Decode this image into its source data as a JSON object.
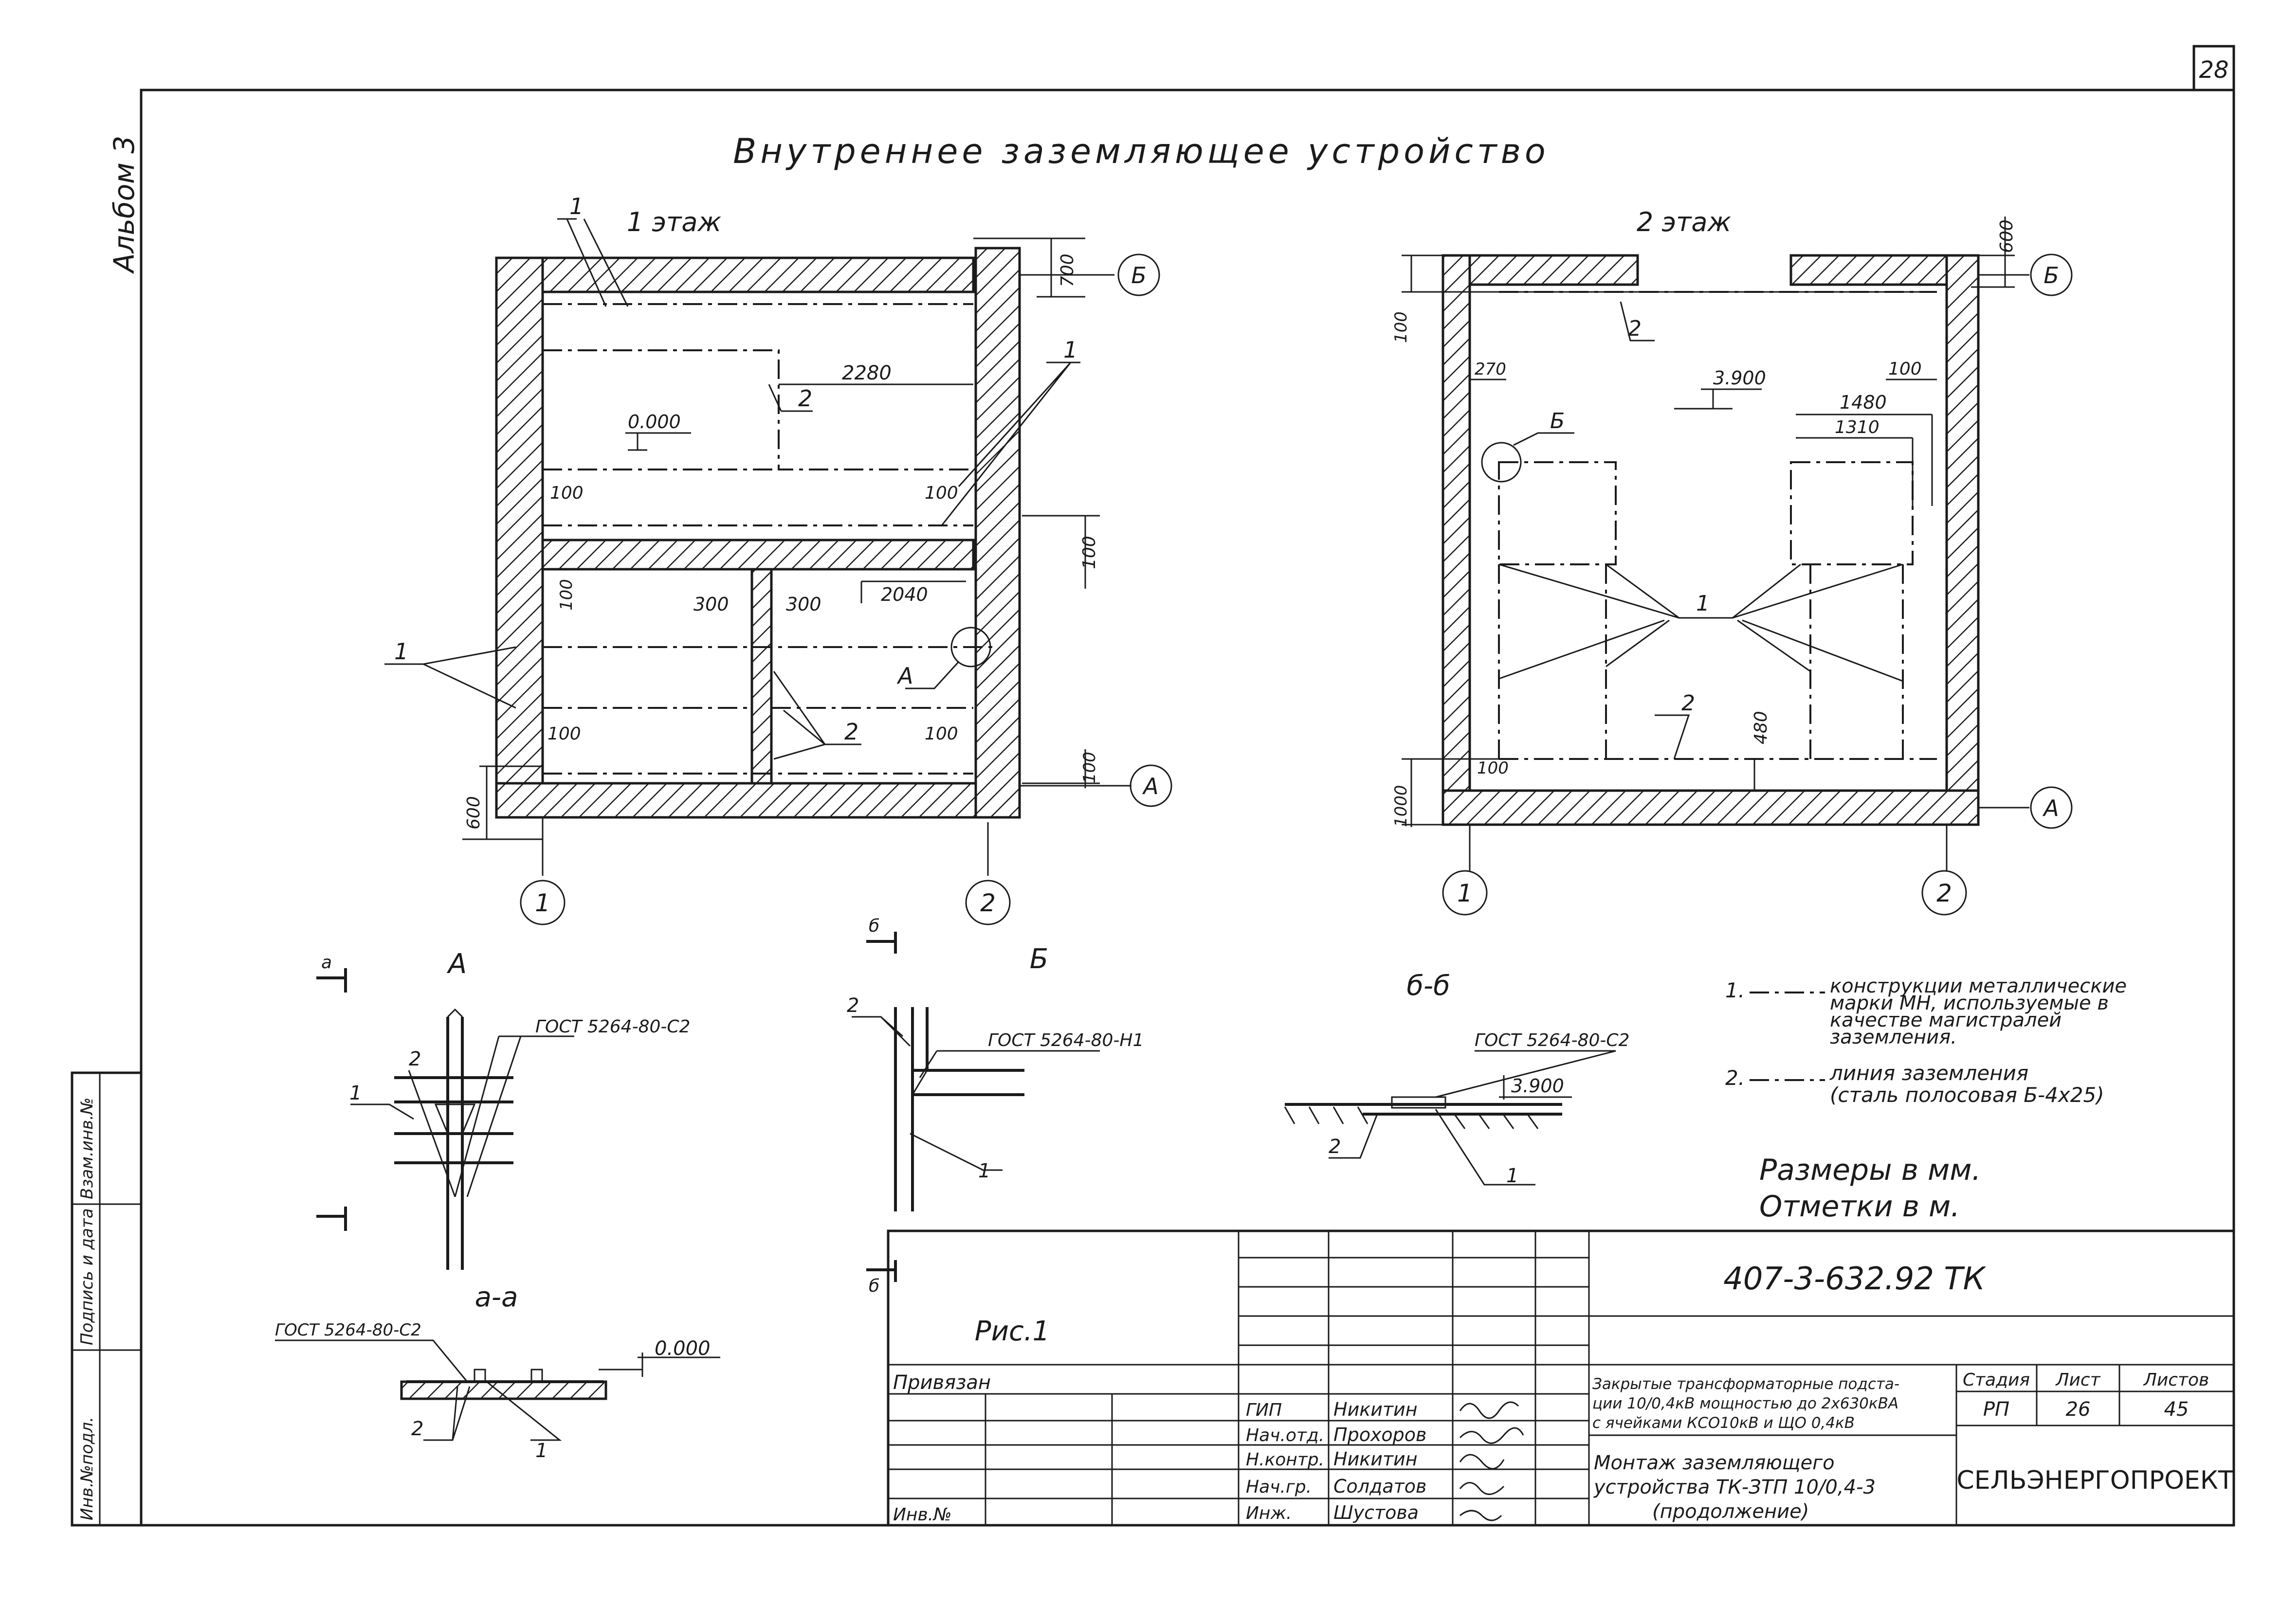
{
  "sheet_number": "28",
  "album": "Альбом 3",
  "title": "Внутреннее заземляющее устройство",
  "plan1": {
    "caption": "1 этаж",
    "elevation": "0.000",
    "dims": {
      "d700": "700",
      "d2280": "2280",
      "d100_a": "100",
      "d100_b": "100",
      "d100_c": "100",
      "d100_d": "100",
      "d100_e": "100",
      "d100_f": "100",
      "d100_g": "100",
      "d300_a": "300",
      "d300_b": "300",
      "d2040": "2040",
      "d600": "600"
    },
    "callouts": {
      "c1": "1",
      "c2": "2",
      "cA": "А"
    },
    "axes": {
      "ax1": "1",
      "ax2": "2",
      "axA": "А",
      "axB": "Б"
    }
  },
  "plan2": {
    "caption": "2 этаж",
    "elevation": "3.900",
    "dims": {
      "d600": "600",
      "d100_a": "100",
      "d270": "270",
      "d100_b": "100",
      "d1480": "1480",
      "d1310": "1310",
      "d480": "480",
      "d100_c": "100",
      "d1000": "1000"
    },
    "callouts": {
      "c1": "1",
      "c2a": "2",
      "c2b": "2",
      "cB": "Б"
    },
    "axes": {
      "ax1": "1",
      "ax2": "2",
      "axA": "А",
      "axB": "Б"
    }
  },
  "detailA": {
    "label": "А",
    "gost": "ГОСТ 5264-80-С2",
    "c1": "1",
    "c2": "2",
    "cut": "а"
  },
  "sectionAA": {
    "label": "а-а",
    "gost": "ГОСТ 5264-80-С2",
    "elev": "0.000",
    "c1": "1",
    "c2": "2"
  },
  "detailB": {
    "label": "Б",
    "gost": "ГОСТ 5264-80-Н1",
    "c1": "1",
    "c2": "2",
    "cut": "б"
  },
  "sectionBB": {
    "label": "б-б",
    "gost": "ГОСТ 5264-80-С2",
    "elev": "3.900",
    "c1": "1",
    "c2": "2"
  },
  "legend": {
    "item1_num": "1.",
    "item1_l1": "конструкции металлические",
    "item1_l2": "марки МН, используемые в",
    "item1_l3": "качестве магистралей",
    "item1_l4": "заземления.",
    "item2_num": "2.",
    "item2_l1": "линия заземления",
    "item2_l2": "(сталь полосовая Б-4x25)",
    "note1": "Размеры в мм.",
    "note2": "Отметки в м."
  },
  "fig_caption": "Рис.1",
  "stamp": {
    "code": "407-3-632.92 ТК",
    "privyazan": "Привязан",
    "inv": "Инв.№",
    "roles": [
      "ГИП",
      "Нач.отд.",
      "Н.контр.",
      "Нач.гр.",
      "Инж."
    ],
    "names": [
      "Никитин",
      "Прохоров",
      "Никитин",
      "Солдатов",
      "Шустова"
    ],
    "desc1": "Закрытые трансформаторные подста-",
    "desc2": "ции 10/0,4кВ мощностью до 2х630кВА",
    "desc3": "с ячейками КСО10кВ и ЩО 0,4кВ",
    "sheet_title1": "Монтаж заземляющего",
    "sheet_title2": "устройства ТК-ЗТП 10/0,4-3",
    "sheet_title3": "(продолжение)",
    "h_stage": "Стадия",
    "h_sheet": "Лист",
    "h_sheets": "Листов",
    "stage": "РП",
    "sheet": "26",
    "sheets": "45",
    "org": "СЕЛЬЭНЕРГОПРОЕКТ"
  },
  "margin": {
    "m1": "Взам.инв.№",
    "m2": "Подпись и дата",
    "m3": "Инв.№подл."
  }
}
